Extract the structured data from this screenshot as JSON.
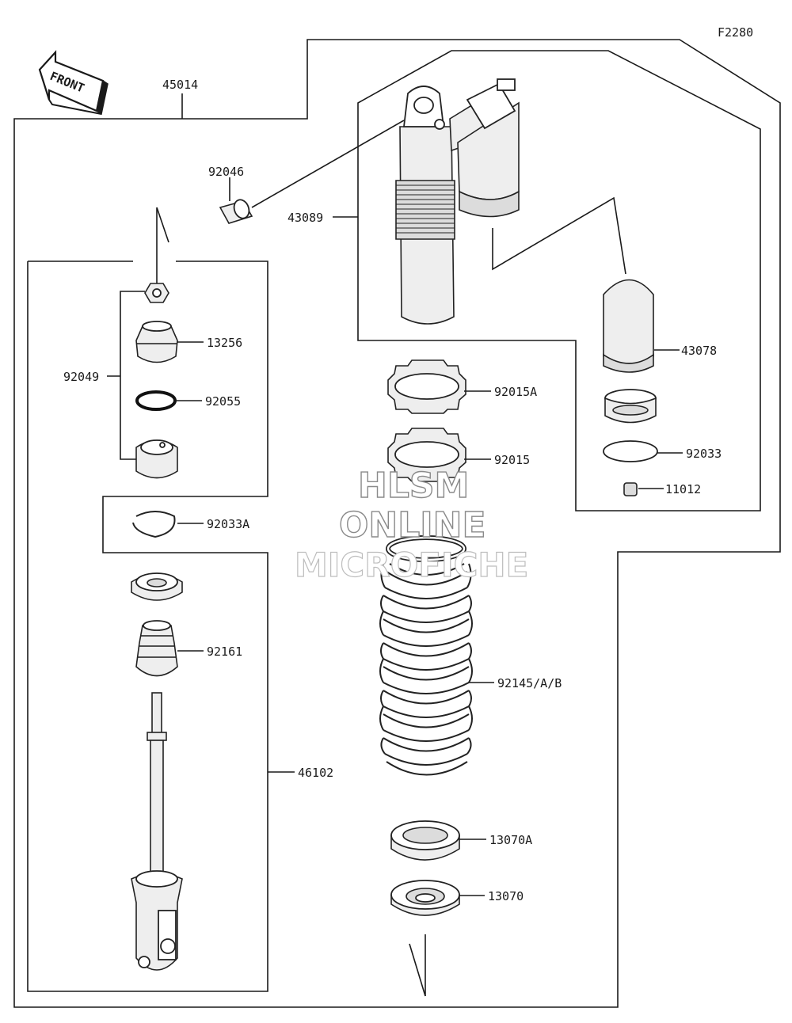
{
  "figure_code": "F2280",
  "front_label": "FRONT",
  "watermark": {
    "line1": "HLSM",
    "line2": "ONLINE",
    "line3": "MICROFICHE"
  },
  "parts": {
    "p45014": "45014",
    "p92046": "92046",
    "p43089": "43089",
    "p43078": "43078",
    "p92033": "92033",
    "p11012": "11012",
    "p92049": "92049",
    "p13256": "13256",
    "p92055": "92055",
    "p92033A": "92033A",
    "p92161": "92161",
    "p46102": "46102",
    "p92015A": "92015A",
    "p92015": "92015",
    "p92145": "92145/A/B",
    "p13070A": "13070A",
    "p13070": "13070"
  }
}
